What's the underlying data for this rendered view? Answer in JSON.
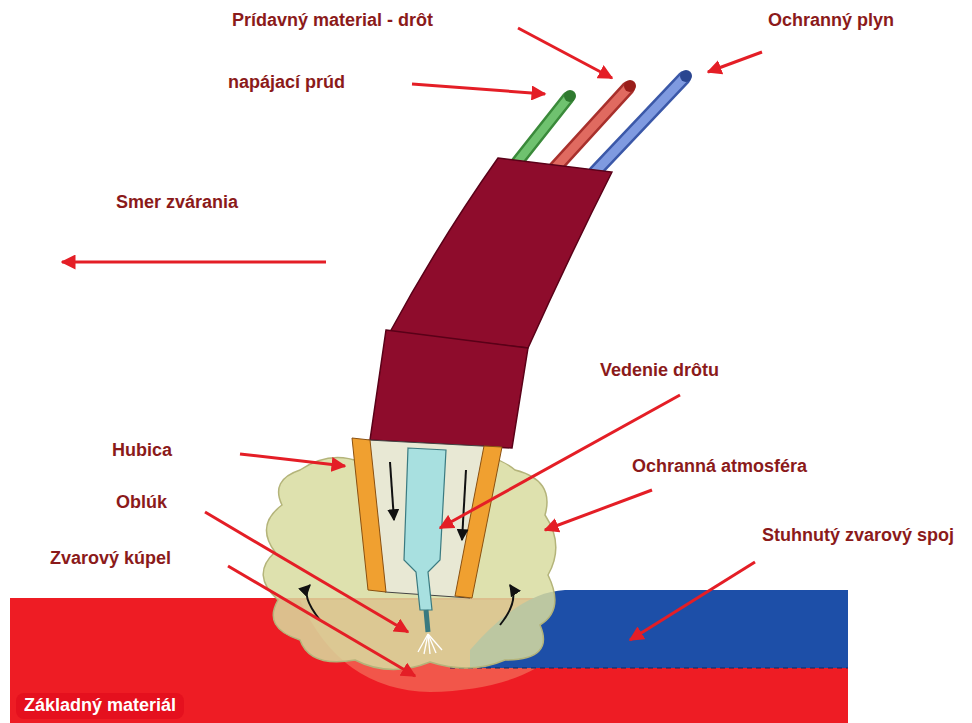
{
  "diagram": {
    "labels": [
      "Prídavný material - drôt",
      "Ochranný plyn",
      "napájací prúd",
      "Smer zvárania",
      "Vedenie drôtu",
      "Hubica",
      "Ochranná atmosféra",
      "Oblúk",
      "Stuhnutý zvarový spoj",
      "Zvarový kúpel",
      "Základný materiál"
    ]
  }
}
